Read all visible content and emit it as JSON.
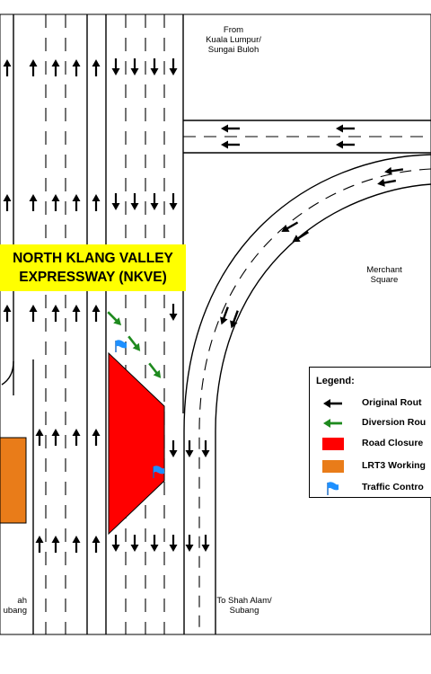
{
  "title": {
    "line1": "NORTH KLANG VALLEY",
    "line2": "EXPRESSWAY (NKVE)"
  },
  "labels": {
    "from_line1": "From",
    "from_line2": "Kuala Lumpur/",
    "from_line3": "Sungai Buloh",
    "merchant_line1": "Merchant",
    "merchant_line2": "Square",
    "to_line1": "To Shah Alam/",
    "to_line2": "Subang",
    "left_cut_line1": "ah",
    "left_cut_line2": "ubang"
  },
  "legend": {
    "title": "Legend:",
    "items": [
      {
        "label": "Original Rout",
        "symbol": "black-arrow",
        "color": "#000000"
      },
      {
        "label": "Diversion Rou",
        "symbol": "green-arrow",
        "color": "#1e8a1e"
      },
      {
        "label": "Road Closure",
        "symbol": "red-box",
        "color": "#ff0000"
      },
      {
        "label": "LRT3 Working",
        "symbol": "orange-box",
        "color": "#e97c19"
      },
      {
        "label": "Traffic Contro",
        "symbol": "blue-flag",
        "color": "#1e90ff"
      }
    ]
  },
  "colors": {
    "road_closure": "#ff0000",
    "lrt3_working": "#e97c19",
    "diversion": "#1e8a1e",
    "traffic_control": "#1e90ff",
    "title_bg": "#ffff00"
  }
}
